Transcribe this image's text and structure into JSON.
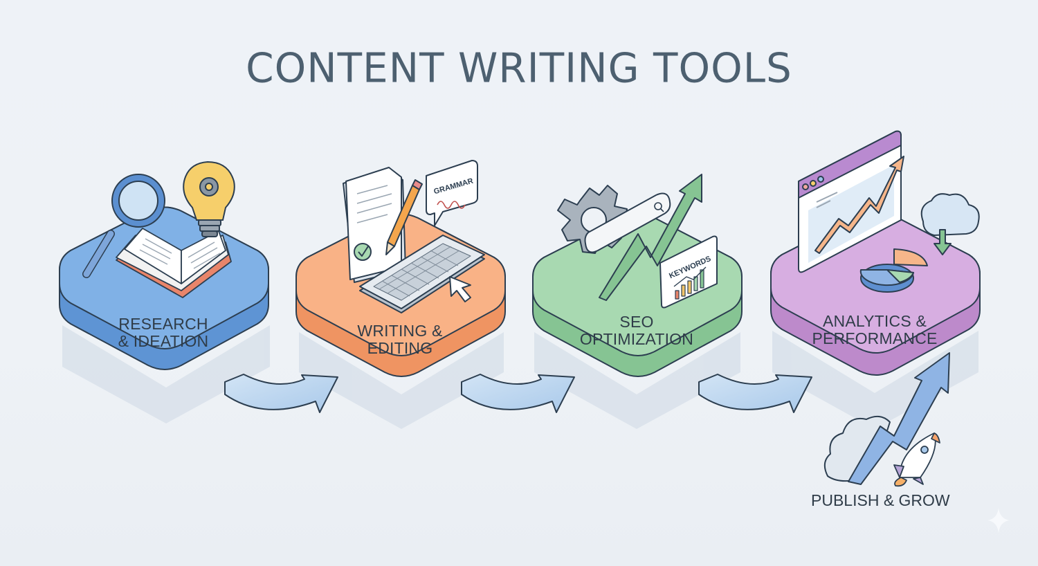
{
  "title": "CONTENT WRITING TOOLS",
  "stages": [
    {
      "label_line1": "RESEARCH",
      "label_line2": "& IDEATION",
      "color": "#7fb0e6",
      "side_color": "#5e94d4",
      "icons": [
        "magnifying-glass-icon",
        "open-book-icon",
        "lightbulb-gear-icon"
      ]
    },
    {
      "label_line1": "WRITING &",
      "label_line2": "EDITING",
      "color": "#f8b184",
      "side_color": "#ef9462",
      "icons": [
        "document-check-icon",
        "pencil-icon",
        "grammar-bubble-icon",
        "keyboard-icon",
        "cursor-icon"
      ],
      "bubble_text": "GRAMMAR"
    },
    {
      "label_line1": "SEO",
      "label_line2": "OPTIMIZATION",
      "color": "#a7d8b0",
      "side_color": "#86c493",
      "icons": [
        "gear-icon",
        "search-bar-icon",
        "trend-arrow-icon",
        "keywords-card-icon"
      ],
      "card_text": "KEYWORDS"
    },
    {
      "label_line1": "ANALYTICS &",
      "label_line2": "PERFORMANCE",
      "color": "#d6ade0",
      "side_color": "#bd8acb",
      "icons": [
        "browser-chart-icon",
        "pie-chart-icon",
        "cloud-download-icon"
      ]
    }
  ],
  "final_step": {
    "label": "PUBLISH & GROW",
    "icons": [
      "cloud-icon",
      "growth-arrow-icon",
      "rocket-icon"
    ]
  },
  "connector_color": "#bcd6ee",
  "outline_color": "#2c3e50"
}
